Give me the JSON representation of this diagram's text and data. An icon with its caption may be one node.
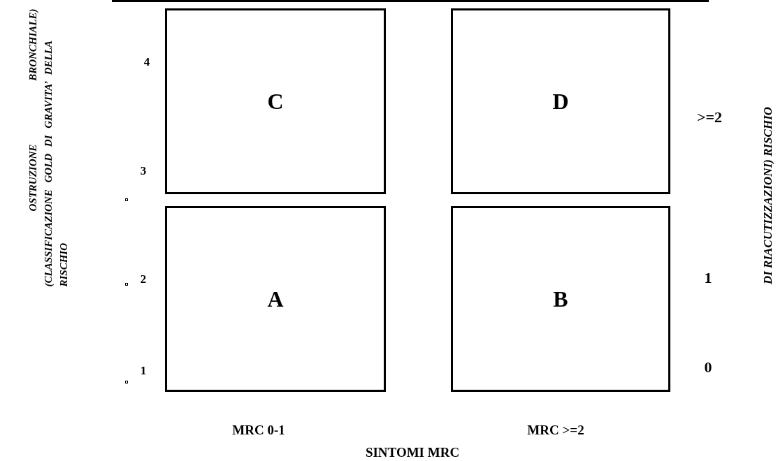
{
  "diagram": {
    "nodes": [
      {
        "text": [
          "C"
        ]
      },
      {
        "text": [
          "D"
        ]
      },
      {
        "text": [
          "A"
        ]
      },
      {
        "text": [
          "B"
        ]
      }
    ],
    "edges": [],
    "labels": [
      "OSTRUZIONE BRONCHIALE)",
      "(CLASSIFICAZIONE GOLD DI GRAVITA’ DELLA",
      "RISCHIO",
      "4",
      "3",
      "2",
      "1",
      ">=2",
      "1",
      "0",
      "DI RIACUTIZZAZIONI) RISCHIO",
      "MRC 0-1",
      "MRC >=2",
      "SINTOMI MRC"
    ]
  }
}
